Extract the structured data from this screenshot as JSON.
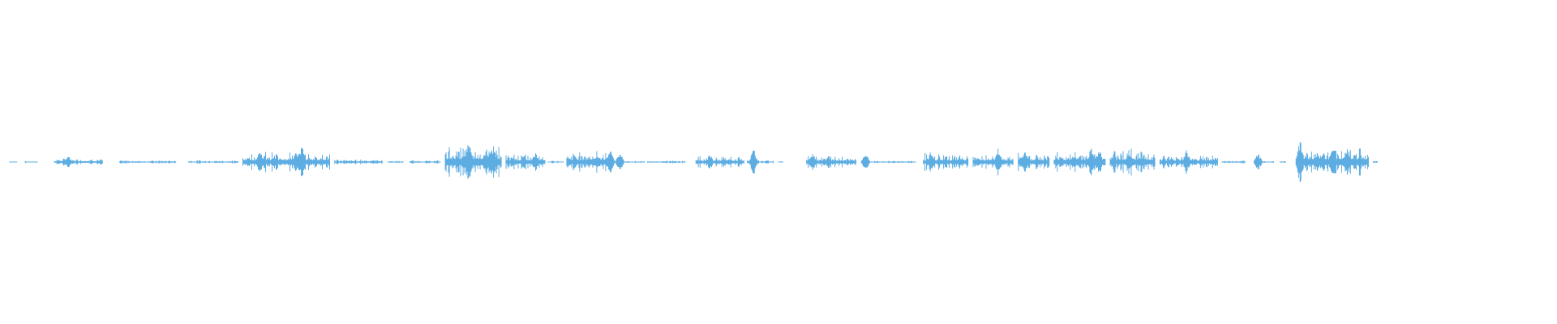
{
  "waveform": {
    "color": "#5dade2",
    "background": "#ffffff",
    "progress_fraction": 0,
    "segments": [
      {
        "start": 0.006,
        "end": 0.011,
        "amp": 0.005
      },
      {
        "start": 0.016,
        "end": 0.024,
        "amp": 0.006
      },
      {
        "start": 0.035,
        "end": 0.066,
        "amp": 0.025
      },
      {
        "start": 0.077,
        "end": 0.113,
        "amp": 0.012
      },
      {
        "start": 0.121,
        "end": 0.153,
        "amp": 0.012
      },
      {
        "start": 0.156,
        "end": 0.212,
        "amp": 0.07
      },
      {
        "start": 0.215,
        "end": 0.246,
        "amp": 0.02
      },
      {
        "start": 0.249,
        "end": 0.259,
        "amp": 0.008
      },
      {
        "start": 0.263,
        "end": 0.283,
        "amp": 0.012
      },
      {
        "start": 0.286,
        "end": 0.322,
        "amp": 0.12
      },
      {
        "start": 0.325,
        "end": 0.35,
        "amp": 0.06
      },
      {
        "start": 0.352,
        "end": 0.362,
        "amp": 0.008
      },
      {
        "start": 0.364,
        "end": 0.39,
        "amp": 0.08
      },
      {
        "start": 0.393,
        "end": 0.414,
        "amp": 0.008
      },
      {
        "start": 0.416,
        "end": 0.44,
        "amp": 0.01
      },
      {
        "start": 0.447,
        "end": 0.478,
        "amp": 0.04
      },
      {
        "start": 0.48,
        "end": 0.497,
        "amp": 0.012
      },
      {
        "start": 0.5,
        "end": 0.503,
        "amp": 0.008
      },
      {
        "start": 0.518,
        "end": 0.55,
        "amp": 0.05
      },
      {
        "start": 0.553,
        "end": 0.588,
        "amp": 0.008
      },
      {
        "start": 0.593,
        "end": 0.622,
        "amp": 0.06
      },
      {
        "start": 0.625,
        "end": 0.651,
        "amp": 0.05
      },
      {
        "start": 0.654,
        "end": 0.674,
        "amp": 0.06
      },
      {
        "start": 0.677,
        "end": 0.71,
        "amp": 0.07
      },
      {
        "start": 0.713,
        "end": 0.742,
        "amp": 0.09
      },
      {
        "start": 0.745,
        "end": 0.782,
        "amp": 0.05
      },
      {
        "start": 0.785,
        "end": 0.8,
        "amp": 0.01
      },
      {
        "start": 0.806,
        "end": 0.818,
        "amp": 0.008
      },
      {
        "start": 0.822,
        "end": 0.826,
        "amp": 0.008
      },
      {
        "start": 0.833,
        "end": 0.879,
        "amp": 0.11
      },
      {
        "start": 0.882,
        "end": 0.885,
        "amp": 0.008
      }
    ],
    "peaks": [
      {
        "pos": 0.044,
        "amp": 0.035
      },
      {
        "pos": 0.167,
        "amp": 0.07
      },
      {
        "pos": 0.19,
        "amp": 0.06
      },
      {
        "pos": 0.194,
        "amp": 0.12
      },
      {
        "pos": 0.301,
        "amp": 0.14
      },
      {
        "pos": 0.317,
        "amp": 0.11
      },
      {
        "pos": 0.344,
        "amp": 0.06
      },
      {
        "pos": 0.392,
        "amp": 0.08
      },
      {
        "pos": 0.398,
        "amp": 0.07
      },
      {
        "pos": 0.456,
        "amp": 0.05
      },
      {
        "pos": 0.484,
        "amp": 0.09
      },
      {
        "pos": 0.522,
        "amp": 0.06
      },
      {
        "pos": 0.556,
        "amp": 0.06
      },
      {
        "pos": 0.598,
        "amp": 0.07
      },
      {
        "pos": 0.641,
        "amp": 0.09
      },
      {
        "pos": 0.658,
        "amp": 0.08
      },
      {
        "pos": 0.701,
        "amp": 0.1
      },
      {
        "pos": 0.706,
        "amp": 0.08
      },
      {
        "pos": 0.725,
        "amp": 0.05
      },
      {
        "pos": 0.762,
        "amp": 0.08
      },
      {
        "pos": 0.808,
        "amp": 0.06
      },
      {
        "pos": 0.835,
        "amp": 0.14
      },
      {
        "pos": 0.856,
        "amp": 0.11
      },
      {
        "pos": 0.865,
        "amp": 0.09
      }
    ]
  }
}
